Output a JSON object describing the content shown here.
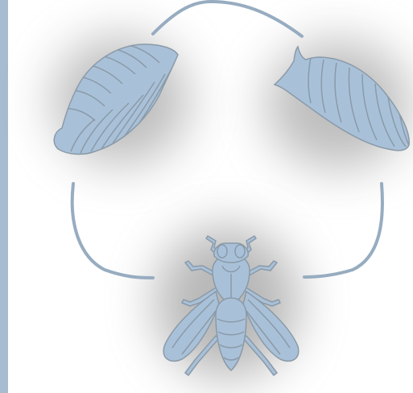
{
  "diagram": {
    "stages": [
      {
        "id": "larva",
        "icon": "larva-icon"
      },
      {
        "id": "pupa",
        "icon": "pupa-icon"
      },
      {
        "id": "adult-fly",
        "icon": "fly-icon"
      }
    ],
    "colors": {
      "fill": "#a9c1d8",
      "stroke": "#8a9aa8",
      "arrow": "#97acc0",
      "left_bar": "#a7bcd1",
      "glow": "#888888",
      "background": "#ffffff"
    }
  }
}
